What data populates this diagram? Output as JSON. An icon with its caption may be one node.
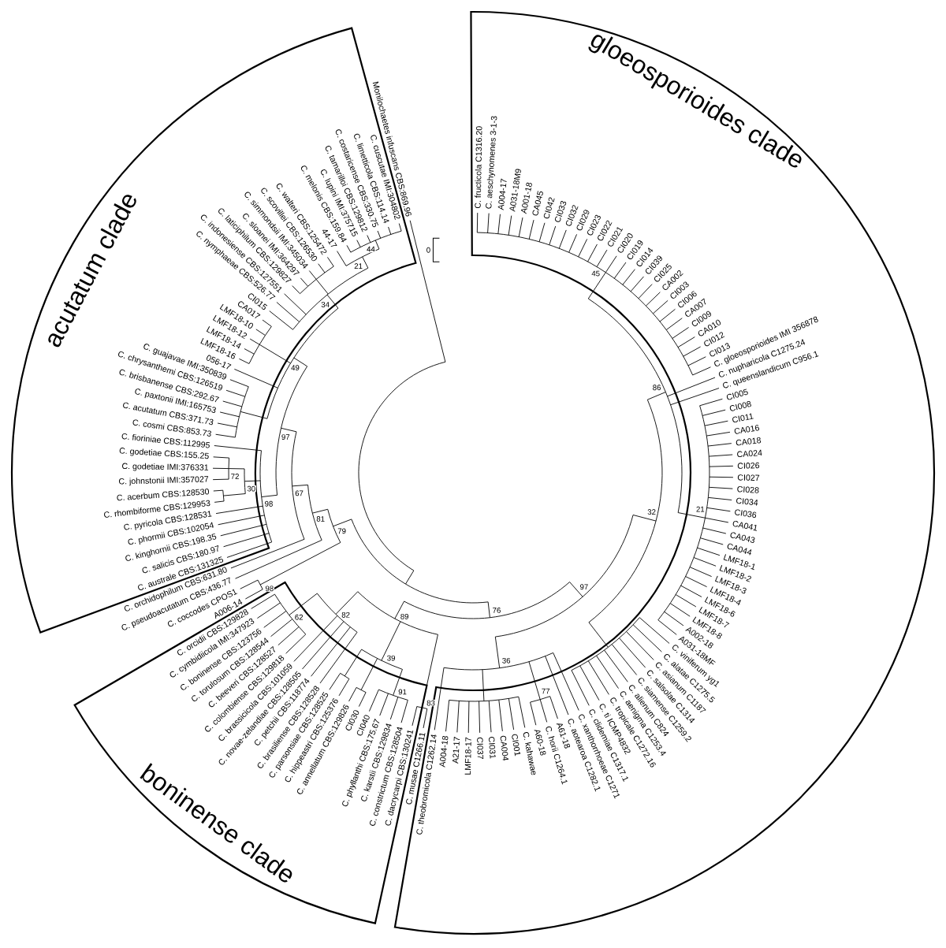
{
  "diagram": {
    "nodes": [
      {
        "text": [
          "acutatum clade"
        ]
      },
      {
        "text": [
          "boninense clade"
        ]
      },
      {
        "text": [
          "gloeosporioides clade"
        ]
      }
    ],
    "labels": [
      "Monilochaetes infuscans CBS:869.96",
      "C. cuscutae IMI:304802",
      "C. limetticola CBS:114.14",
      "C. costaricense CBS:330.75",
      "C. tamarilloi CBS:129812",
      "C. lupini IMI:375715",
      "C. melonis CBS:159.84",
      "44-17",
      "C. walteri CBS:125472",
      "C. scovillei CBS:126530",
      "C. simmondsii IMI:345034",
      "C. sloanei IMI:364297",
      "C. laticiphilum CBS:129827",
      "C. indonesiense CBS:127551",
      "C. nymphaeae CBS:526.77",
      "CI015",
      "CA017",
      "LMF18-10",
      "LMF18-12",
      "LMF18-14",
      "LMF18-16",
      "056-17",
      "C. guajavae IMI:350839",
      "C. chrysanthemi CBS:126519",
      "C. brisbanense CBS:292.67",
      "C. paxtonii IMI:165753",
      "C. acutatum CBS:371.73",
      "C. cosmi CBS:853.73",
      "C. fioriniae CBS:112995",
      "C. godetiae CBS:155.25",
      "C. godetiae IMI:376331",
      "C. johnstonii IMI:357027",
      "C. acerbum CBS:128530",
      "C. rhombiforme CBS:129953",
      "C. pyricola CBS:128531",
      "C. phormii CBS:102054",
      "C. kinghornii CBS:198.35",
      "C. salicis CBS:180.97",
      "C. australe CBS:131325",
      "C. orchidophilum CBS:631.80",
      "C. pseudoacutatum CBS:436.77",
      "C. coccodes CPOS1",
      "A006-14",
      "C. orcidii CBS:129828",
      "C. cymbidiicola IMI:347923",
      "C. boninense CBS:123756",
      "C. torulosum CBS:128544",
      "C. beeveri CBS:128527",
      "C. colombiense CBS:129818",
      "C. brassicicola CBS:101059",
      "C. novae-zelandiae CBS:128505",
      "C. petchii CBS:118774",
      "C. brasiliense CBS:128528",
      "C. parsonsiae CBS:128525",
      "C. hippeastri CBS:125376",
      "C. annellatum CBS:129826",
      "CI030",
      "CI040",
      "C. phyllanthi CBS:175.67",
      "C. karstii CBS:129834",
      "C. constrictum CBS:128504",
      "C. dacrycarpi CBS:130241",
      "C. musae C1266.11",
      "C. theobromicola C1262.14",
      "A004-18",
      "A21-17",
      "LMF18-17",
      "CI037",
      "CI031",
      "CA004",
      "CI001",
      "C. kahawae",
      "A60-18",
      "C. horii C1264.1",
      "A61-18",
      "C. aotearoa C1282.1",
      "C. xanthorrhoeae C1271",
      "C. clidemiae C1317.1",
      "C. ti ICMP4832",
      "C. fructicola C1316.20",
      "C. aeschynomenes 3-1-3",
      "A004-17",
      "A031-18M9",
      "A001-18",
      "CA045",
      "CI042",
      "CI033",
      "CI032",
      "CI029",
      "CI023",
      "CI022",
      "CI021",
      "CI020",
      "CI019",
      "CI014",
      "CI039",
      "CI025",
      "CA002",
      "CI003",
      "CI006",
      "CA007",
      "CI009",
      "CA010",
      "CI012",
      "CI013",
      "C. gloeosporioides IMI 356878",
      "C. nupharicola C1275.24",
      "C. queenslandicum C956.1",
      "CI005",
      "CI008",
      "CI011",
      "CA016",
      "CA018",
      "CA024",
      "CI026",
      "CI027",
      "CI028",
      "CI034",
      "CI036",
      "CA041",
      "CA043",
      "CA044",
      "LMF18-1",
      "LMF18-2",
      "LMF18-3",
      "LMF18-4",
      "LMF18-6",
      "LMF18-7",
      "LMF18-8",
      "A002-18",
      "A031-18MF",
      "C. viniferum yg1",
      "C. alatae C1275.5",
      "C. asianum C1187",
      "C. salsolae C1314",
      "C. siamense C1259.2",
      "C. alienum C824",
      "C. aenigma C1253.4",
      "C. tropicale C1272.16",
      "44",
      "21",
      "34",
      "49",
      "97",
      "72",
      "30",
      "98",
      "67",
      "81",
      "79",
      "98",
      "62",
      "82",
      "89",
      "39",
      "91",
      "83",
      "76",
      "97",
      "36",
      "77",
      "32",
      "86",
      "21",
      "45",
      "0"
    ]
  }
}
